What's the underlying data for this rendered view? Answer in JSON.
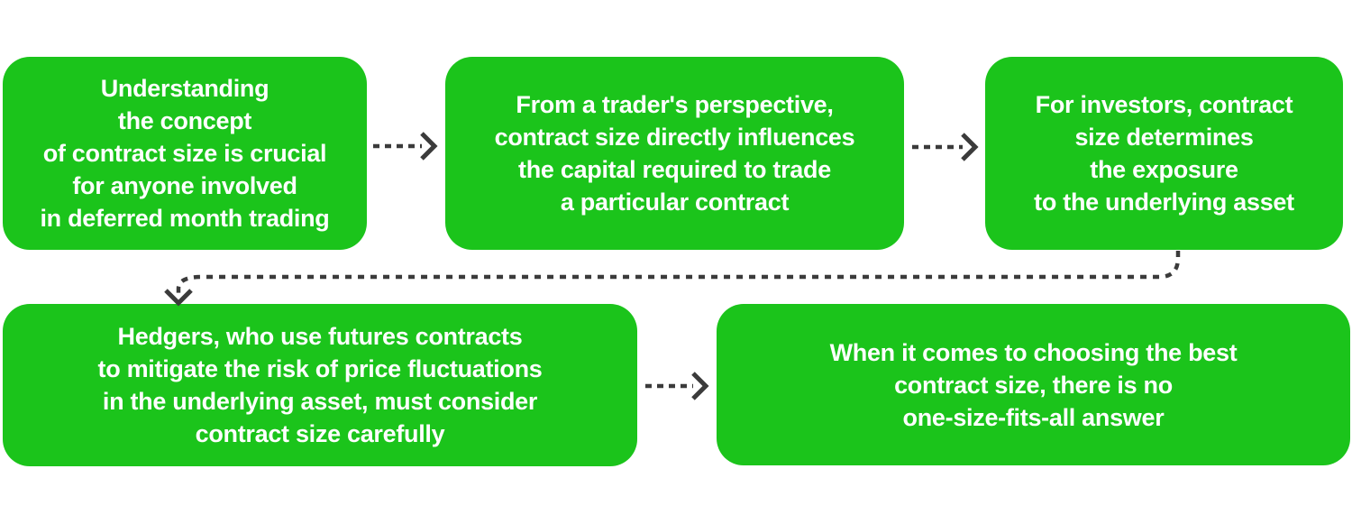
{
  "palette": {
    "background": "#ffffff",
    "node_green": "#1bc41b",
    "node_text_color": "#ffffff",
    "arrow_color": "#3b3b3b"
  },
  "diagram": {
    "type": "flowchart",
    "nodes": [
      {
        "id": 1,
        "text": "Understanding\nthe concept\nof contract size is crucial\nfor anyone involved\nin deferred month trading"
      },
      {
        "id": 2,
        "text": "From a trader's perspective,\ncontract size directly influences\nthe capital required to trade\na particular contract"
      },
      {
        "id": 3,
        "text": "For investors, contract\nsize determines\nthe exposure\nto the underlying asset"
      },
      {
        "id": 4,
        "text": "Hedgers, who use futures contracts\nto mitigate the risk of price fluctuations\nin the underlying asset, must consider\ncontract size carefully"
      },
      {
        "id": 5,
        "text": "When it comes to choosing the best\ncontract size, there is no\none-size-fits-all answer"
      }
    ],
    "connectors": [
      {
        "from": 1,
        "to": 2,
        "style": "dashed-arrow-right"
      },
      {
        "from": 2,
        "to": 3,
        "style": "dashed-arrow-right"
      },
      {
        "from": 3,
        "to": 4,
        "style": "dashed-elbow-down-left"
      },
      {
        "from": 4,
        "to": 5,
        "style": "dashed-arrow-right"
      }
    ]
  }
}
